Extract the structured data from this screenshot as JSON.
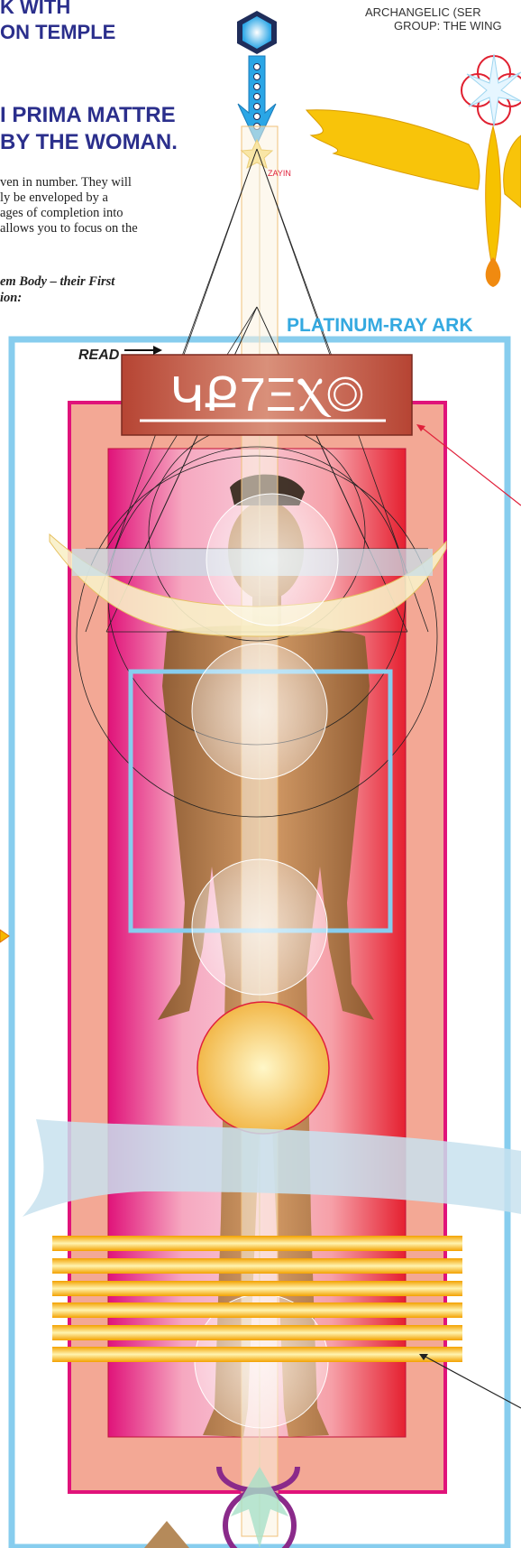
{
  "header": {
    "line1": "K WITH",
    "line2": "ON TEMPLE",
    "line3": "I PRIMA MATTRE",
    "line4": "BY THE WOMAN."
  },
  "body_text": {
    "p1_lines": [
      "ven in number. They will",
      "ly be enveloped by a",
      "ages of completion into",
      " allows you to focus on the"
    ],
    "p2_lines": [
      "em Body – their First",
      "ion:"
    ]
  },
  "archangelic": {
    "line1": "ARCHANGELIC (SER",
    "line2": "GROUP: THE WING"
  },
  "labels": {
    "zayin": "ZAYIN",
    "ark_title": "PLATINUM-RAY ARK",
    "read": "READ",
    "glyphs": "ԿՔ7ΞⲬ◎"
  },
  "colors": {
    "ark_border": "#87cdee",
    "ark_title": "#34a9e0",
    "heading": "#2b2f8c",
    "magenta_frame": "#e0137a",
    "salmon": "#f3a895",
    "plaque": "#c65a48",
    "gold": "#f5b800",
    "pointer_red": "#e0203a"
  }
}
